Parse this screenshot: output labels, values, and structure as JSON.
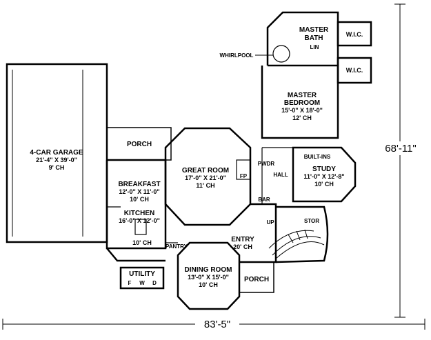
{
  "rooms": {
    "garage": {
      "name": "4-CAR GARAGE",
      "size": "21'-4\" X 39'-0\"",
      "ceiling": "9' CH"
    },
    "porch_rear": {
      "name": "PORCH"
    },
    "great_room": {
      "name": "GREAT ROOM",
      "size": "17'-0\" X 21'-0\"",
      "ceiling": "11' CH"
    },
    "breakfast": {
      "name": "BREAKFAST",
      "size": "12'-0\" X 11'-0\"",
      "ceiling": "10' CH"
    },
    "kitchen": {
      "name": "KITCHEN",
      "size": "16'-0\" X 12'-0\"",
      "ceiling": "10' CH"
    },
    "pantry": {
      "name": "PANTRY"
    },
    "utility": {
      "name": "UTILITY",
      "appliances": [
        "F",
        "W",
        "D"
      ]
    },
    "dining": {
      "name": "DINING ROOM",
      "size": "13'-0\" X 15'-0\"",
      "ceiling": "10' CH"
    },
    "entry": {
      "name": "ENTRY",
      "ceiling": "20' CH"
    },
    "porch_front": {
      "name": "PORCH"
    },
    "master_bath": {
      "name": "MASTER",
      "name2": "BATH"
    },
    "wic_1": {
      "name": "W.I.C."
    },
    "wic_2": {
      "name": "W.I.C."
    },
    "lin": {
      "name": "LIN"
    },
    "whirlpool": {
      "name": "WHIRLPOOL"
    },
    "master_bedroom": {
      "name": "MASTER",
      "name2": "BEDROOM",
      "size": "15'-0\" X 18'-0\"",
      "ceiling": "12' CH"
    },
    "pwdr": {
      "name": "PWDR"
    },
    "hall": {
      "name": "HALL"
    },
    "bar": {
      "name": "BAR"
    },
    "fp": {
      "name": "FP"
    },
    "study": {
      "name": "STUDY",
      "size": "11'-0\" X 12'-8\"",
      "ceiling": "10' CH",
      "builtins": "BUILT-INS"
    },
    "stor": {
      "name": "STOR"
    },
    "up": {
      "name": "UP"
    }
  },
  "dimensions": {
    "width": "83'-5\"",
    "depth": "68'-11\""
  }
}
